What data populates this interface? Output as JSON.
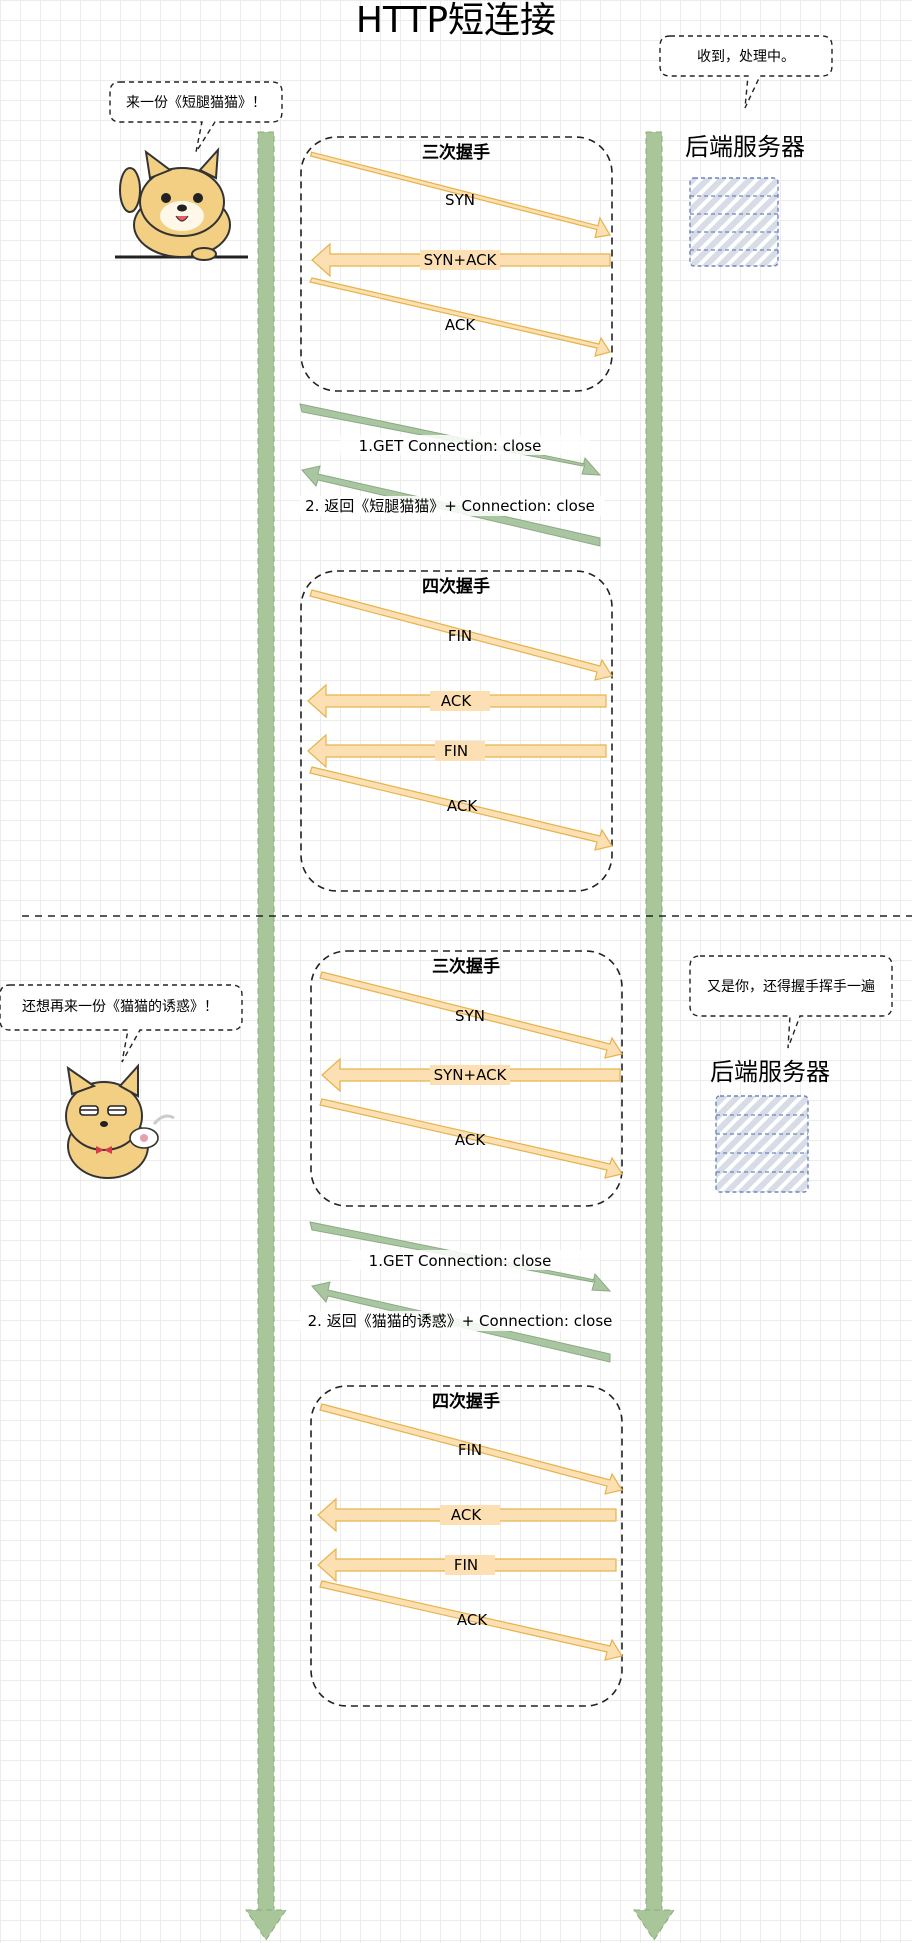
{
  "title": "HTTP短连接",
  "sections": [
    {
      "client_speech": "来一份《短腿猫猫》！",
      "server_speech": "收到，处理中。",
      "server_label": "后端服务器",
      "handshake": {
        "title": "三次握手",
        "labels": [
          "SYN",
          "SYN+ACK",
          "ACK"
        ]
      },
      "request": "1.GET  Connection: close",
      "response": "2. 返回《短腿猫猫》+  Connection: close",
      "teardown": {
        "title": "四次握手",
        "labels": [
          "FIN",
          "ACK",
          "FIN",
          "ACK"
        ]
      }
    },
    {
      "client_speech": "还想再来一份《猫猫的诱惑》！",
      "server_speech": "又是你，还得握手挥手一遍",
      "server_label": "后端服务器",
      "handshake": {
        "title": "三次握手",
        "labels": [
          "SYN",
          "SYN+ACK",
          "ACK"
        ]
      },
      "request": "1.GET  Connection: close",
      "response": "2. 返回《猫猫的诱惑》+  Connection: close",
      "teardown": {
        "title": "四次握手",
        "labels": [
          "FIN",
          "ACK",
          "FIN",
          "ACK"
        ]
      }
    }
  ],
  "colors": {
    "timeline": "#a9c59a",
    "timeline_stroke": "#88ad79",
    "handshake_fill": "#fce0b4",
    "handshake_stroke": "#e6b34a",
    "request_fill": "#aac5a2",
    "server_stripe": "#a7b6d6",
    "dog_body": "#f2cf83"
  },
  "icons": [
    "dog-waving-icon",
    "dog-tea-icon",
    "server-icon"
  ]
}
